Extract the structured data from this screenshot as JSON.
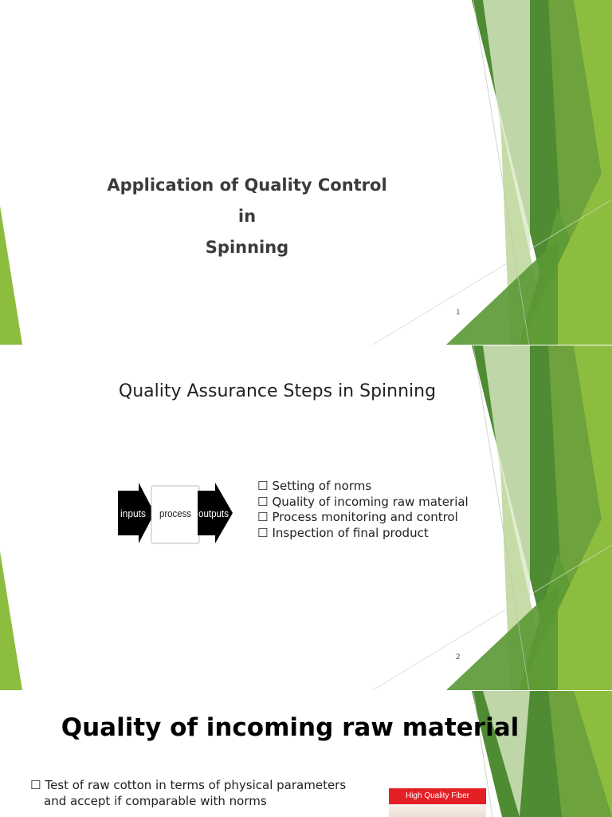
{
  "slides": [
    {
      "title_lines": [
        "Application of Quality Control",
        "in",
        "Spinning"
      ],
      "slide_number": "1"
    },
    {
      "title": "Quality Assurance Steps in Spinning",
      "diagram": {
        "input_label": "inputs",
        "process_label": "process",
        "output_label": "outputs"
      },
      "bullet_marker": "☐",
      "bullets": [
        "Setting of norms",
        "Quality of incoming raw material",
        "Process monitoring and control",
        "Inspection of final product"
      ],
      "slide_number": "2"
    },
    {
      "title": "Quality of incoming raw material",
      "bullet_marker": "☐",
      "bullet_line1": "Test of raw cotton in terms of physical parameters",
      "bullet_line2": "and accept if comparable with norms",
      "image_label": "High Quality Fiber"
    }
  ],
  "theme": {
    "green_dark": "#4e8b32",
    "green_mid": "#6ea23c",
    "green_light": "#8dbd3e",
    "green_pale": "#c6dca6"
  }
}
